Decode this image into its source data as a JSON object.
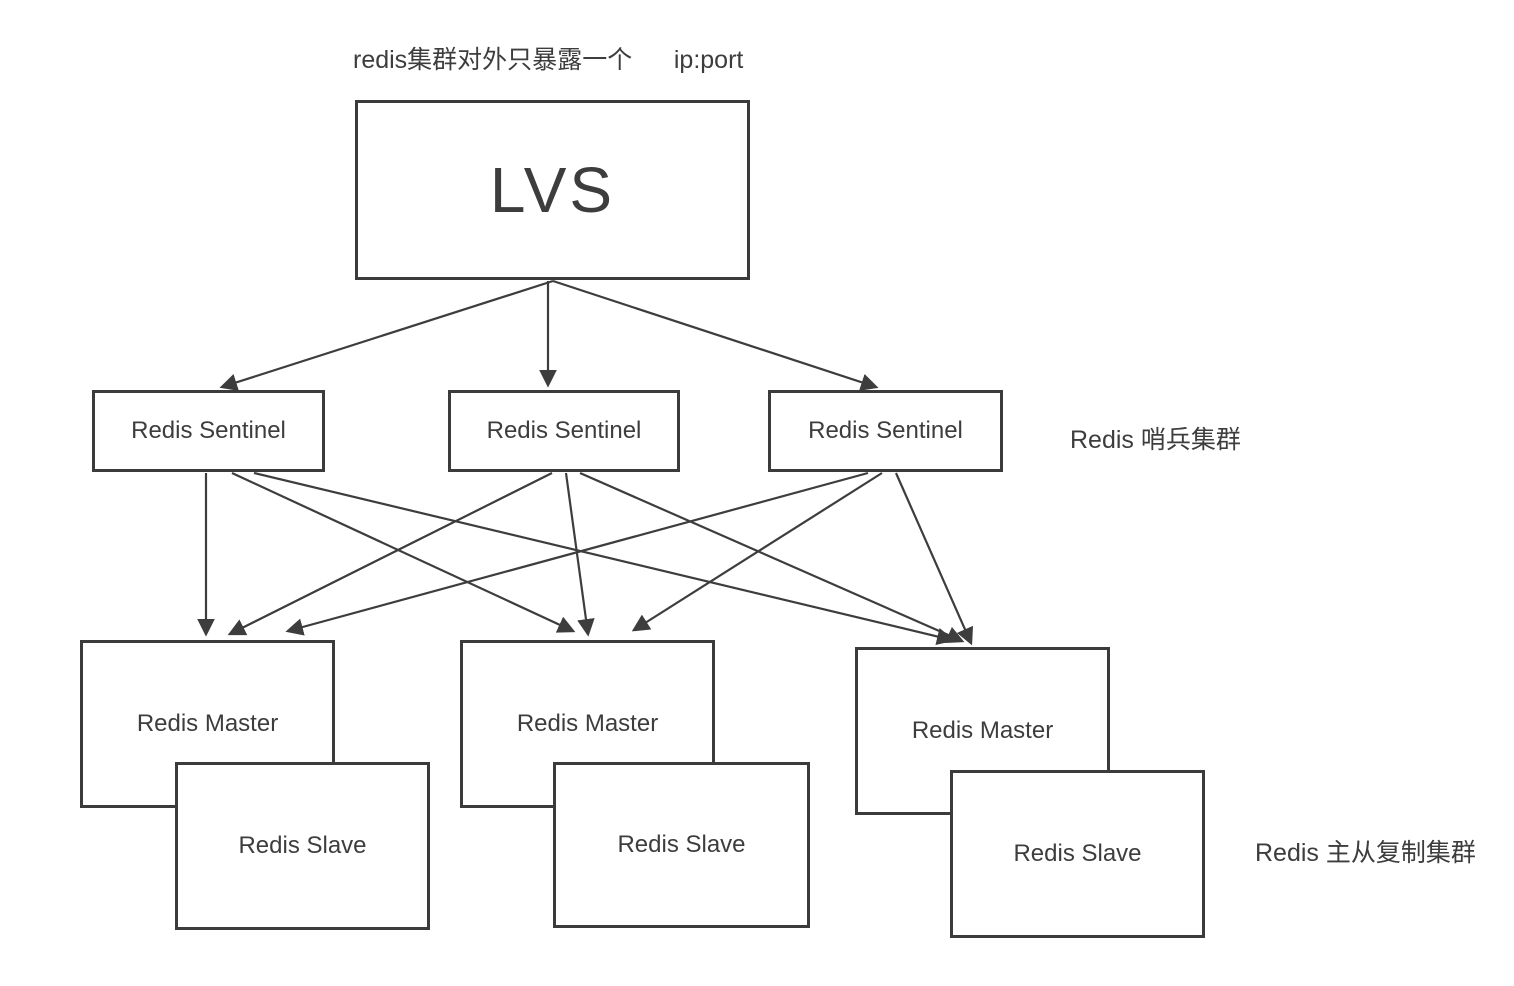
{
  "title": "redis集群对外只暴露一个      ip:port",
  "nodes": {
    "lvs": {
      "label": "LVS"
    },
    "sentinel1": {
      "label": "Redis Sentinel"
    },
    "sentinel2": {
      "label": "Redis Sentinel"
    },
    "sentinel3": {
      "label": "Redis Sentinel"
    },
    "master1": {
      "label": "Redis Master"
    },
    "master2": {
      "label": "Redis Master"
    },
    "master3": {
      "label": "Redis Master"
    },
    "slave1": {
      "label": "Redis Slave"
    },
    "slave2": {
      "label": "Redis Slave"
    },
    "slave3": {
      "label": "Redis Slave"
    }
  },
  "annotations": {
    "sentinel_cluster": "Redis 哨兵集群",
    "replication_cluster": "Redis 主从复制集群"
  },
  "edges": [
    {
      "from": "lvs",
      "to": "sentinel1"
    },
    {
      "from": "lvs",
      "to": "sentinel2"
    },
    {
      "from": "lvs",
      "to": "sentinel3"
    },
    {
      "from": "sentinel1",
      "to": "master1"
    },
    {
      "from": "sentinel1",
      "to": "master2"
    },
    {
      "from": "sentinel1",
      "to": "master3"
    },
    {
      "from": "sentinel2",
      "to": "master1"
    },
    {
      "from": "sentinel2",
      "to": "master2"
    },
    {
      "from": "sentinel2",
      "to": "master3"
    },
    {
      "from": "sentinel3",
      "to": "master1"
    },
    {
      "from": "sentinel3",
      "to": "master2"
    },
    {
      "from": "sentinel3",
      "to": "master3"
    }
  ],
  "colors": {
    "background": "#ffffff",
    "box_border": "#3b3b3b",
    "arrow": "#3d3d3d",
    "text": "#3d3d3d"
  }
}
